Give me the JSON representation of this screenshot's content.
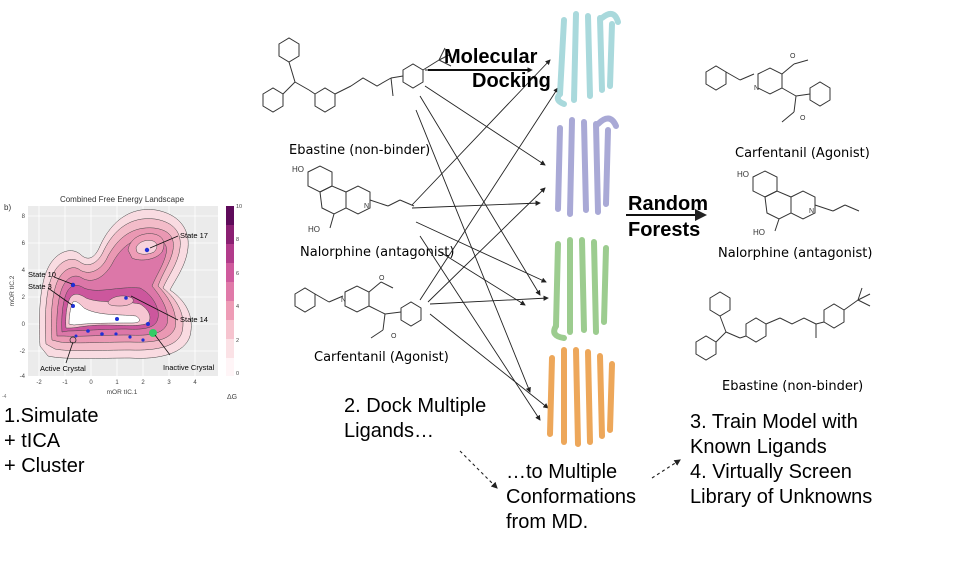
{
  "landscape": {
    "panel_tag": "b)",
    "title": "Combined Free Energy Landscape",
    "xlabel": "mOR tIC.1",
    "ylabel": "mOR tIC.2",
    "x_ticks": [
      "-2",
      "-1",
      "0",
      "1",
      "2",
      "3",
      "4"
    ],
    "y_ticks": [
      "8",
      "6",
      "4",
      "2",
      "0",
      "-2",
      "-4"
    ],
    "colorbar_ticks": [
      "10",
      "8",
      "6",
      "4",
      "2",
      "0"
    ],
    "colorbar_label": "ΔG",
    "colors": [
      "#ffffff",
      "#fbe2e6",
      "#f6c4cf",
      "#ee9cb6",
      "#e07aa9",
      "#cf5a9d",
      "#b23b8b",
      "#8a1f72",
      "#5e0a5a"
    ],
    "states": [
      {
        "label": "State 17"
      },
      {
        "label": "State 10"
      },
      {
        "label": "State 3"
      },
      {
        "label": "State 14"
      },
      {
        "label": "Active Crystal"
      },
      {
        "label": "Inactive Crystal"
      }
    ],
    "corner_mark": "-4"
  },
  "steps": {
    "step1_lines": [
      "1.Simulate",
      "+ tICA",
      "+ Cluster"
    ],
    "step2_lines": [
      "2. Dock Multiple",
      "Ligands…"
    ],
    "step2b_lines": [
      "…to Multiple",
      "Conformations",
      "from MD."
    ],
    "step3_lines": [
      "3. Train Model with",
      "Known Ligands",
      "4. Virtually Screen",
      "Library of Unknowns"
    ]
  },
  "methods": {
    "docking_lines": [
      "Molecular",
      "Docking"
    ],
    "forests_lines": [
      "Random",
      "Forests"
    ]
  },
  "left_ligands": {
    "ebastine": "Ebastine (non-binder)",
    "nalorphine": "Nalorphine (antagonist)",
    "carfentanil": "Carfentanil (Agonist)"
  },
  "right_ligands": {
    "carfentanil": "Carfentanil (Agonist)",
    "nalorphine": "Nalorphine (antagonist)",
    "ebastine": "Ebastine (non-binder)"
  },
  "protein_colors": [
    "#a9d9dc",
    "#a9a9d6",
    "#9ccc8f",
    "#eda75a"
  ]
}
